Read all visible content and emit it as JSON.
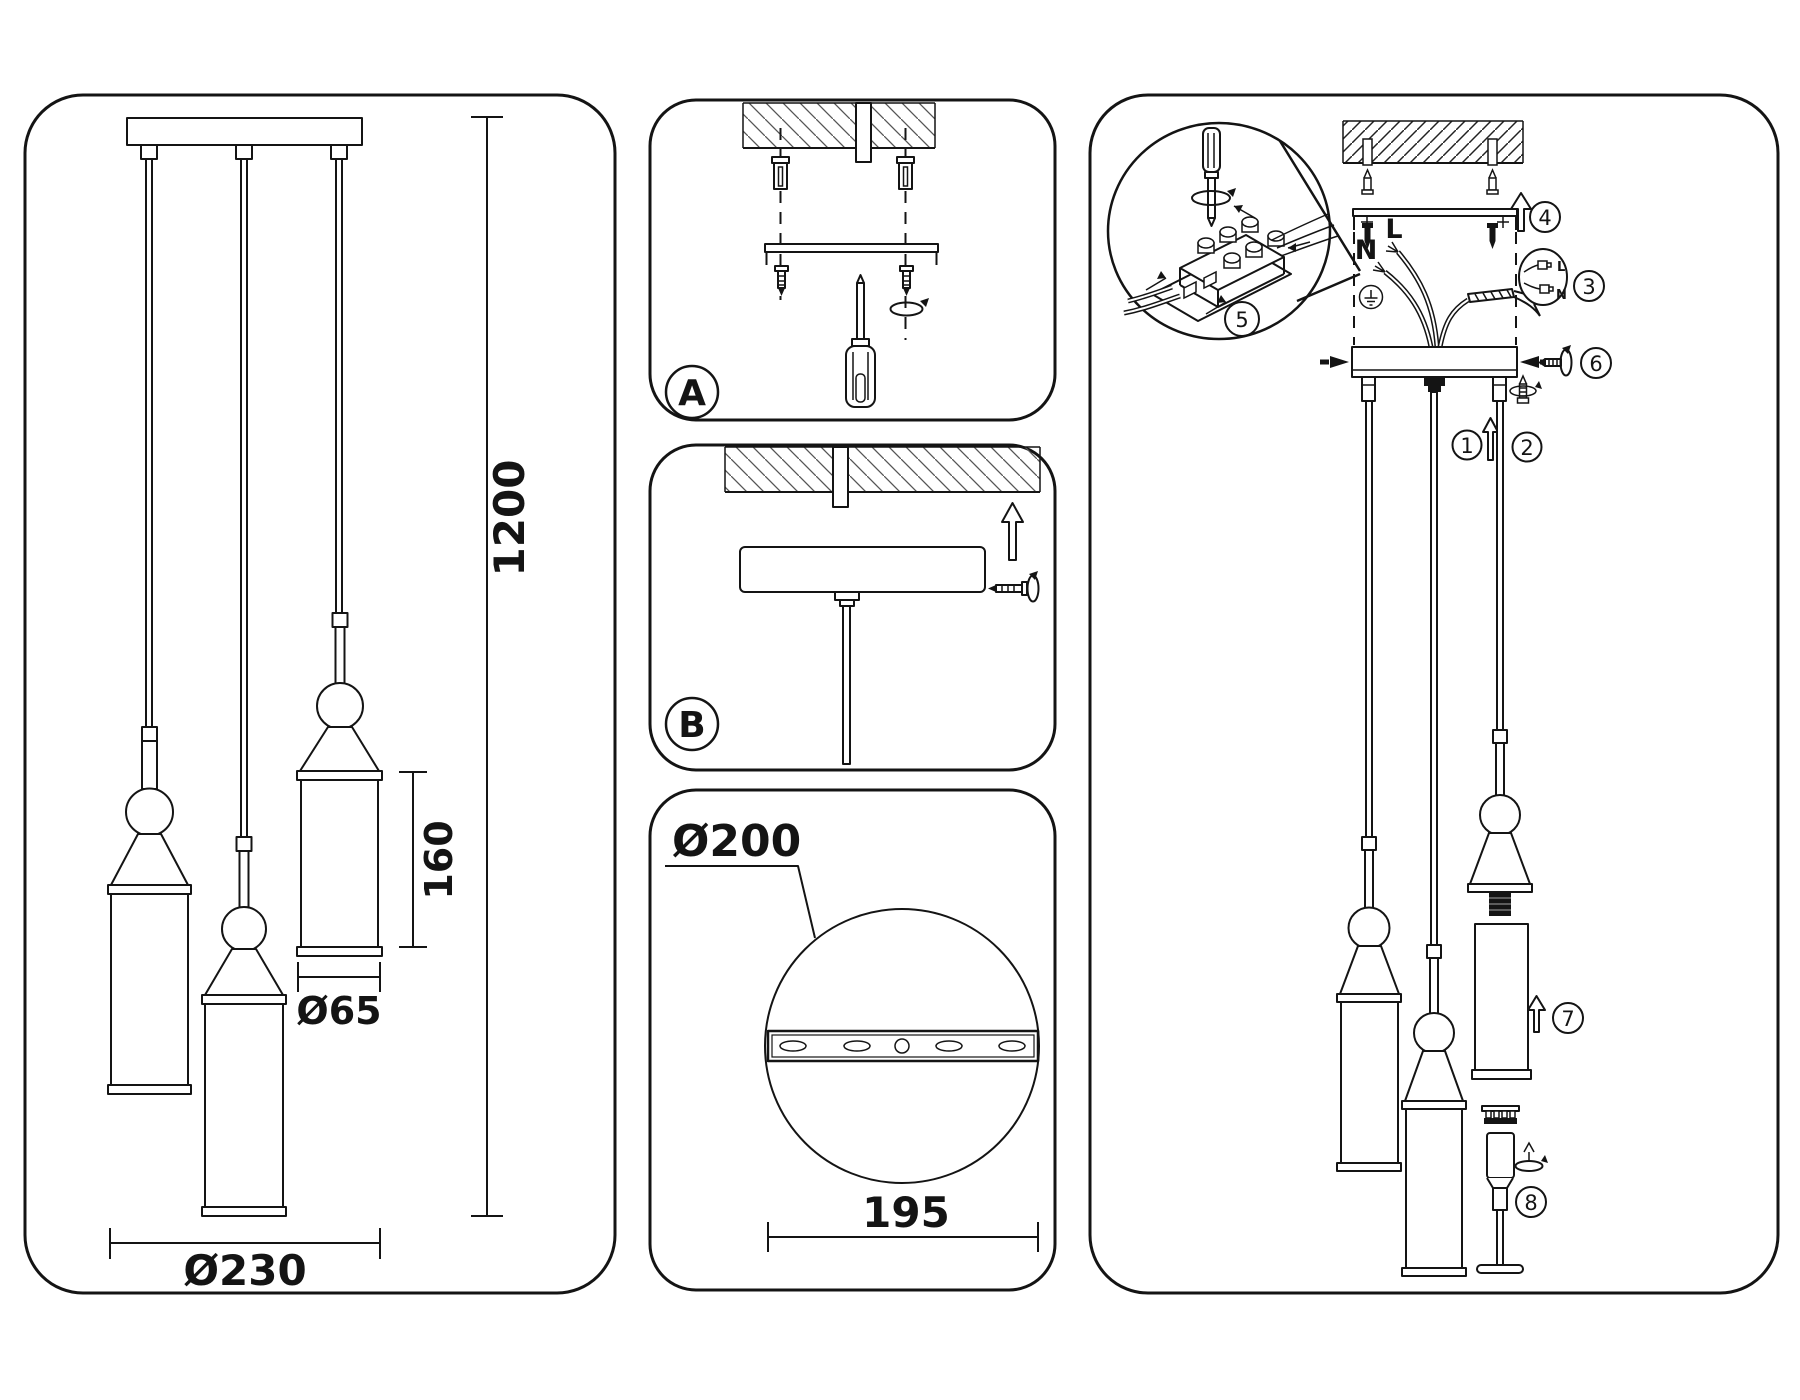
{
  "figure": {
    "front_view": {
      "height": "1200",
      "shade_height": "160",
      "shade_diameter": "Ø65",
      "overall_diameter": "Ø230"
    },
    "step_a": {
      "label": "A"
    },
    "step_b": {
      "label": "B"
    },
    "canopy_view": {
      "diameter": "Ø200",
      "hole_spacing": "195"
    },
    "assembly": {
      "neutral_label": "N",
      "line_label": "L",
      "detail_line_label": "L",
      "detail_neutral_label": "N",
      "steps": {
        "s1": "1",
        "s2": "2",
        "s3": "3",
        "s4": "4",
        "s5": "5",
        "s6": "6",
        "s7": "7",
        "s8": "8"
      }
    }
  }
}
